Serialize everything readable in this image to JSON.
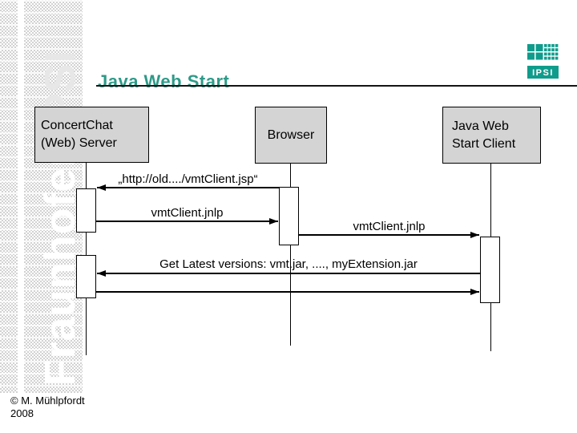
{
  "slide": {
    "title": "Java Web Start",
    "copyright_line1": "© M. Mühlpfordt",
    "copyright_line2": "2008"
  },
  "branding": {
    "vertical_text_bottom": "Fraunhofer",
    "vertical_text_top": "IPSI",
    "logo_text": "IPSI"
  },
  "colors": {
    "title_teal": "#2e9a88",
    "logo_green": "#0f9c8c",
    "actor_box_fill": "#d4d4d4"
  },
  "diagram": {
    "type": "uml-sequence",
    "actors": [
      {
        "id": "concertchat-web-server",
        "lines": [
          "ConcertChat",
          "(Web) Server"
        ]
      },
      {
        "id": "browser",
        "lines": [
          "Browser"
        ]
      },
      {
        "id": "java-web-start-client",
        "lines": [
          "Java Web",
          "Start Client"
        ]
      }
    ],
    "messages": [
      {
        "label": "„http://old..../vmtClient.jsp“",
        "from": "browser",
        "to": "concertchat-web-server"
      },
      {
        "label": "vmtClient.jnlp",
        "from": "concertchat-web-server",
        "to": "browser"
      },
      {
        "label": "vmtClient.jnlp",
        "from": "browser",
        "to": "java-web-start-client"
      },
      {
        "label": "Get Latest versions: vmt.jar, ...., myExtension.jar",
        "from": "java-web-start-client",
        "to": "concertchat-web-server"
      },
      {
        "label": "",
        "from": "concertchat-web-server",
        "to": "java-web-start-client"
      }
    ]
  }
}
